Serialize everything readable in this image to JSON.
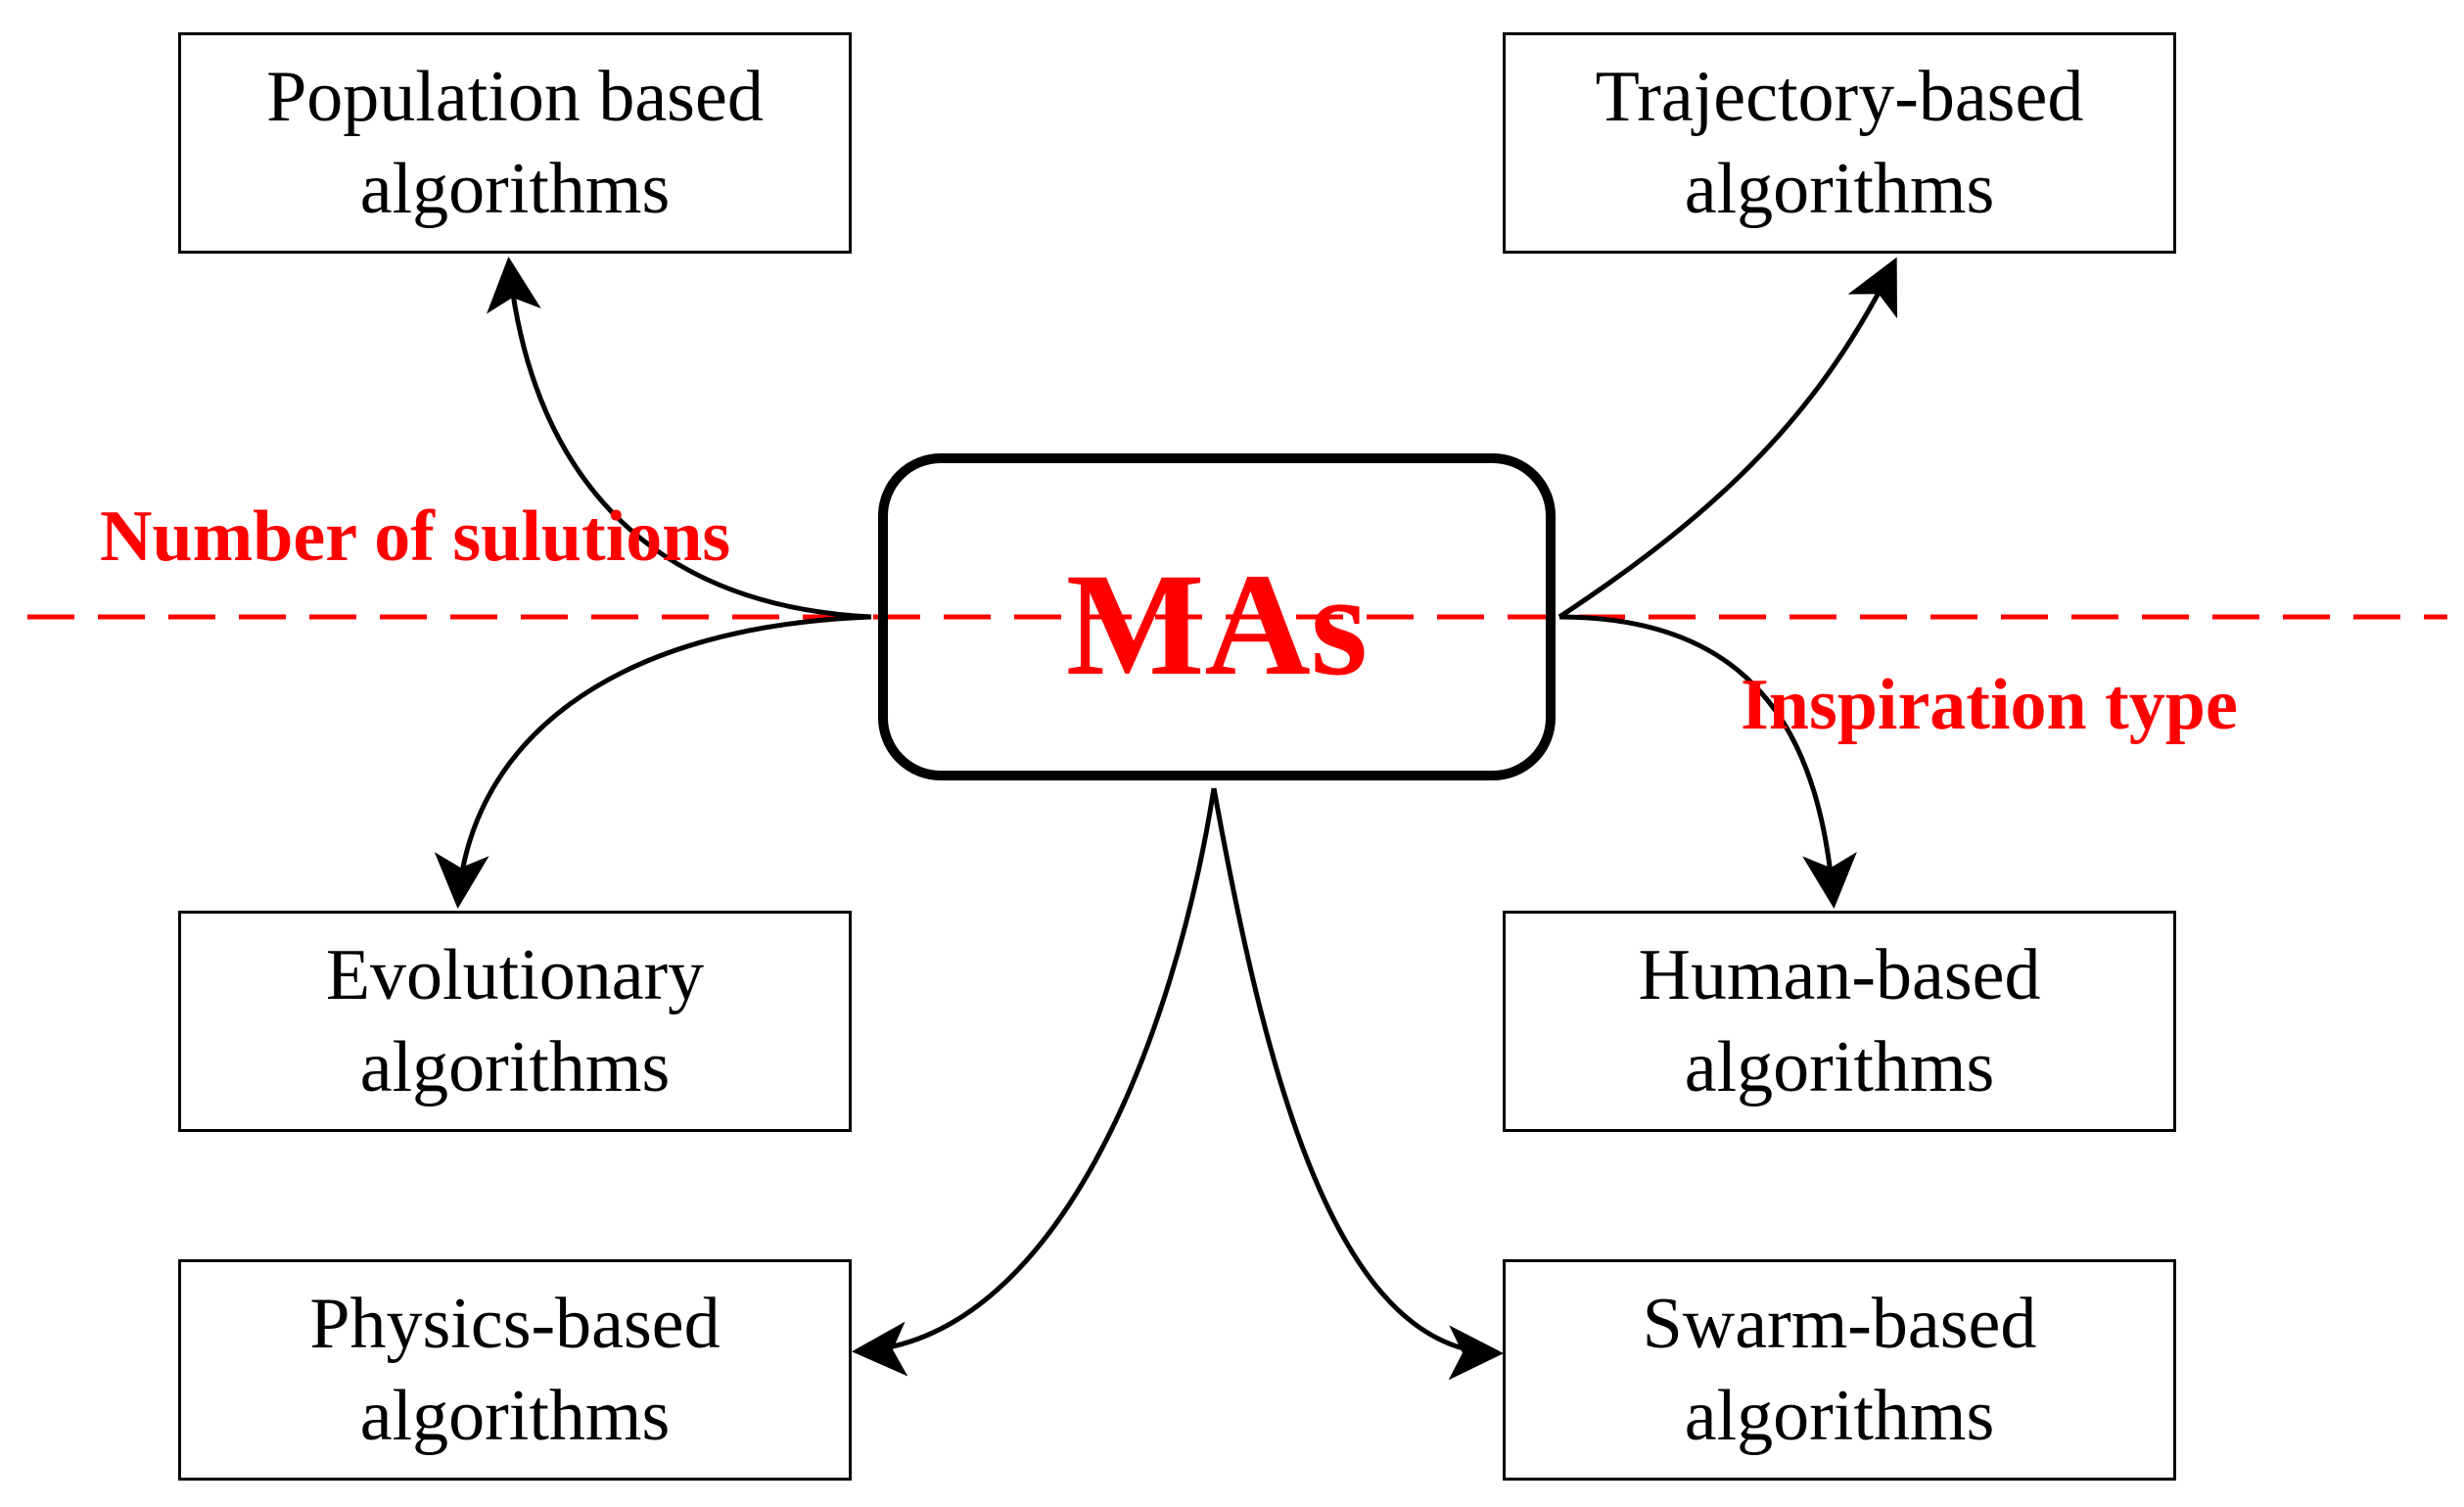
{
  "center": {
    "label": "MAs"
  },
  "divider": {
    "top_label": "Number of sulutions",
    "bottom_label": "Inspiration type"
  },
  "boxes": {
    "population": {
      "line1": "Population based",
      "line2": "algorithms"
    },
    "trajectory": {
      "line1": "Trajectory-based",
      "line2": "algorithms"
    },
    "evolutionary": {
      "line1": "Evolutionary",
      "line2": "algorithms"
    },
    "human": {
      "line1": "Human-based",
      "line2": "algorithms"
    },
    "physics": {
      "line1": "Physics-based",
      "line2": "algorithms"
    },
    "swarm": {
      "line1": "Swarm-based",
      "line2": "algorithms"
    }
  },
  "colors": {
    "accent": "#FF0000",
    "line": "#000000"
  }
}
